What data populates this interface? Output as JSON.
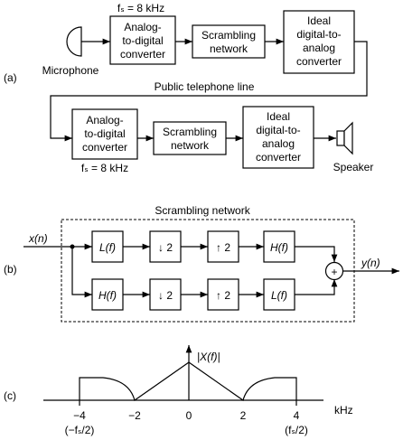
{
  "panel_a": {
    "label": "(a)",
    "fs_top": "fₛ = 8 kHz",
    "fs_bottom": "fₛ = 8 kHz",
    "microphone": "Microphone",
    "speaker": "Speaker",
    "line": "Public telephone line",
    "adc": [
      "Analog-",
      "to-digital",
      "converter"
    ],
    "scrambler": [
      "Scrambling",
      "network"
    ],
    "dac": [
      "Ideal",
      "digital-to-",
      "analog",
      "converter"
    ]
  },
  "panel_b": {
    "label": "(b)",
    "title": "Scrambling network",
    "input": "x(n)",
    "output": "y(n)",
    "top_path": [
      "L(f)",
      "↓ 2",
      "↑ 2",
      "H(f)"
    ],
    "bottom_path": [
      "H(f)",
      "↓ 2",
      "↑ 2",
      "L(f)"
    ],
    "sum": "+"
  },
  "panel_c": {
    "label": "(c)",
    "ylabel": "|X(f)|",
    "xlabel": "kHz",
    "ticks": [
      "−4",
      "−2",
      "0",
      "2",
      "4"
    ],
    "tick_notes": [
      "(−fₛ/2)",
      "(fₛ/2)"
    ]
  }
}
